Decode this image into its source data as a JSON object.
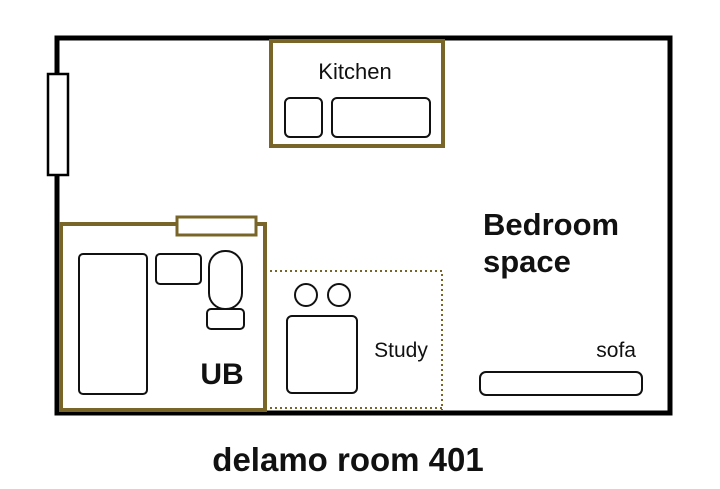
{
  "colors": {
    "wall": "#000000",
    "accent": "#7a6528",
    "fixture_stroke": "#111111",
    "background": "#ffffff"
  },
  "labels": {
    "kitchen": "Kitchen",
    "bedroom_line1": "Bedroom",
    "bedroom_line2": "space",
    "study": "Study",
    "sofa": "sofa",
    "unit_bath": "UB",
    "caption": "delamo room 401"
  }
}
